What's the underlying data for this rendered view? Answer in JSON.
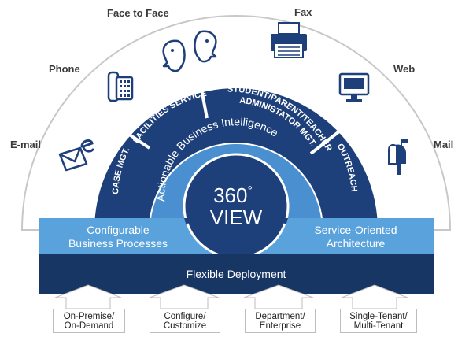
{
  "channels": {
    "face_to_face": "Face to Face",
    "fax": "Fax",
    "phone": "Phone",
    "web": "Web",
    "email": "E-mail",
    "mail": "Mail"
  },
  "segments": {
    "case_mgt": "CASE MGT.",
    "facilities": "FACILITIES SERVICE",
    "student_line1": "STUDENT/PARENT/TEACHER",
    "student_line2": "ADMINISTATOR MGT.",
    "outreach": "OUTREACH"
  },
  "inner_ring_label": "Actionable Business Intelligence",
  "center": {
    "line1": "360",
    "degree": "°",
    "line2": "VIEW"
  },
  "band": {
    "left_line1": "Configurable",
    "left_line2": "Business Processes",
    "right_line1": "Service-Oriented",
    "right_line2": "Architecture"
  },
  "deployment_label": "Flexible Deployment",
  "bottom_options": [
    {
      "line1": "On-Premise/",
      "line2": "On-Demand"
    },
    {
      "line1": "Configure/",
      "line2": "Customize"
    },
    {
      "line1": "Department/",
      "line2": "Enterprise"
    },
    {
      "line1": "Single-Tenant/",
      "line2": "Multi-Tenant"
    }
  ],
  "icons": {
    "face_to_face": "face-to-face-icon",
    "fax": "fax-icon",
    "phone": "phone-icon",
    "web": "web-monitor-icon",
    "email": "email-envelope-icon",
    "mail": "mailbox-icon"
  },
  "colors": {
    "dark_blue": "#1d3f7a",
    "navy": "#173664",
    "mid_blue": "#4a8fd0",
    "light_band": "#5aa2dc",
    "outer_fill": "#ffffff",
    "outer_stroke": "#c8c8c8",
    "divider": "#ffffff"
  }
}
